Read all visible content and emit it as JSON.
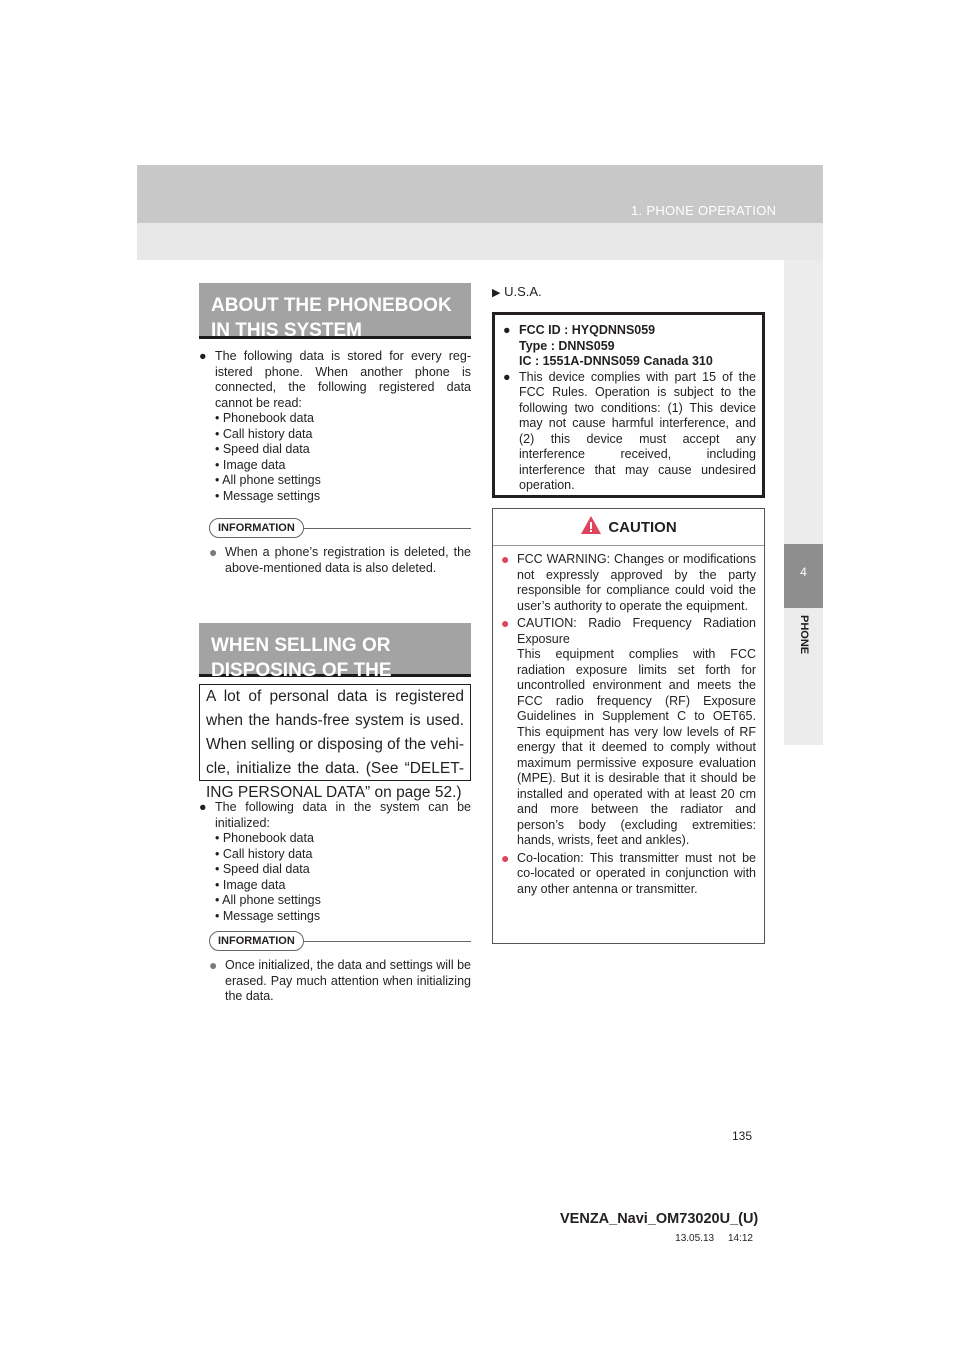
{
  "header": {
    "section_title": "1. PHONE OPERATION"
  },
  "side_tab": {
    "chapter_number": "4",
    "chapter_label": "PHONE"
  },
  "left": {
    "banner1": "ABOUT THE PHONEBOOK IN THIS SYSTEM",
    "intro1": "The following data is stored for every reg-istered phone. When another phone is connected, the following registered data cannot be read:",
    "list1": [
      "• Phonebook data",
      "• Call history data",
      "• Speed dial data",
      "• Image data",
      "• All phone settings",
      "• Message settings"
    ],
    "info1_label": "INFORMATION",
    "info1_text": "When a phone’s registration is deleted, the above-mentioned data is also deleted.",
    "banner2": "WHEN SELLING OR DISPOSING OF THE VEHICLE",
    "highlight": "A lot of personal data is registered when the hands-free system is used. When selling or disposing of the vehi-cle, initialize the data. (See “DELET-ING PERSONAL DATA” on page 52.)",
    "intro2": "The following data in the system can be initialized:",
    "list2": [
      "• Phonebook data",
      "• Call history data",
      "• Speed dial data",
      "• Image data",
      "• All phone settings",
      "• Message settings"
    ],
    "info2_label": "INFORMATION",
    "info2_text": "Once initialized, the data and settings will be erased. Pay much attention when initializing the data."
  },
  "right": {
    "region": "U.S.A.",
    "fcc_line1": "FCC ID : HYQDNNS059",
    "fcc_line2": "Type : DNNS059",
    "fcc_line3": "IC : 1551A-DNNS059 Canada 310",
    "fcc_text": "This device complies with part 15 of the FCC Rules. Operation is subject to the following two conditions: (1) This device may not cause harmful interference, and (2) this device must accept any interference received, including interference that may cause undesired operation.",
    "caution_title": "CAUTION",
    "caution1": "FCC WARNING: Changes or modifications not expressly approved by the party responsible for compliance could void the user’s authority to operate the equipment.",
    "caution2_title": "CAUTION: Radio Frequency Radiation Exposure",
    "caution2_text": "This equipment complies with FCC radiation exposure limits set forth for uncontrolled environment and meets the FCC radio frequency (RF) Exposure Guidelines in Supplement C to OET65. This equipment has very low levels of RF energy that it deemed to comply without maximum permissive exposure evaluation (MPE). But it is desirable that it should be installed and operated with at least 20 cm and more between the radiator and person’s body (excluding extremities: hands, wrists, feet and ankles).",
    "caution3": "Co-location: This transmitter must not be co-located or operated in conjunction with any other antenna or transmitter."
  },
  "footer": {
    "page_number": "135",
    "doc_id": "VENZA_Navi_OM73020U_(U)",
    "date": "13.05.13     14:12"
  },
  "colors": {
    "banner_gray": "#a3a3a3",
    "caution_bullet": "#e0445c",
    "tab_dark": "#8e8e8e"
  }
}
